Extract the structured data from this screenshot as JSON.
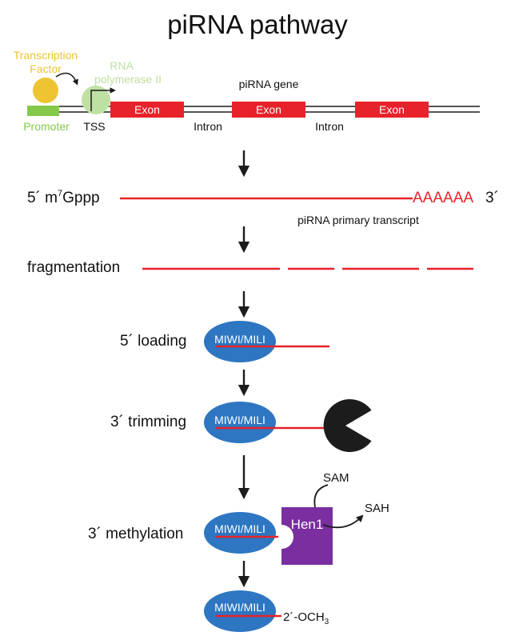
{
  "title": "piRNA pathway",
  "colors": {
    "red": "#e8222a",
    "yellow": "#efc433",
    "green": "#86c94a",
    "light_green": "#bfe0a3",
    "blue": "#2e76c1",
    "purple": "#7a2ea0",
    "black": "#1c1c1c"
  },
  "gene": {
    "transcription_factor_line1": "Transcription",
    "transcription_factor_line2": "Factor",
    "rna_pol_line1": "RNA",
    "rna_pol_line2": "polymerase II",
    "gene_label": "piRNA gene",
    "promoter": "Promoter",
    "tss": "TSS",
    "exons": [
      "Exon",
      "Exon",
      "Exon"
    ],
    "introns": [
      "Intron",
      "Intron"
    ]
  },
  "transcript": {
    "five_prime": "5´ m",
    "superscript": "7",
    "cap_rest": "Gppp",
    "polya": "AAAAAA",
    "three_prime": "3´",
    "caption": "piRNA primary transcript"
  },
  "steps": {
    "fragmentation": "fragmentation",
    "loading": "5´ loading",
    "trimming": "3´ trimming",
    "methylation": "3´ methylation"
  },
  "protein_label": "MIWI/MILI",
  "hen1": "Hen1",
  "sam": "SAM",
  "sah": "SAH",
  "final_mod": "2´-OCH",
  "final_sub": "3"
}
